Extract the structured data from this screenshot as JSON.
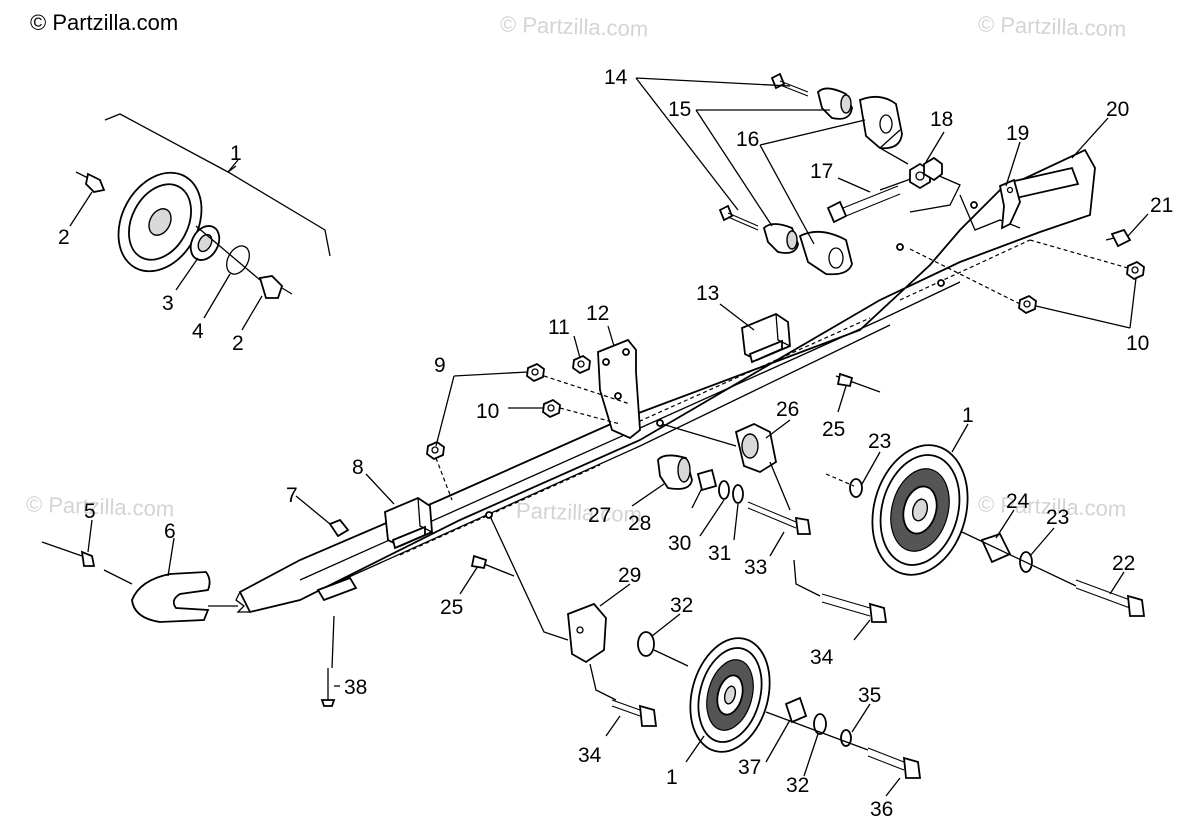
{
  "watermarks": {
    "main": "© Partzilla.com",
    "faint": [
      "© Partzilla.com",
      "© Partzilla.com",
      "© Partzilla.com",
      "Partzilla.com",
      "© Partzilla.com"
    ]
  },
  "callouts": {
    "c1a": "1",
    "c1b": "1",
    "c1c": "1",
    "c2a": "2",
    "c2b": "2",
    "c3": "3",
    "c4": "4",
    "c5": "5",
    "c6": "6",
    "c7": "7",
    "c8": "8",
    "c9": "9",
    "c10a": "10",
    "c10b": "10",
    "c11": "11",
    "c12": "12",
    "c13": "13",
    "c14": "14",
    "c15": "15",
    "c16": "16",
    "c17": "17",
    "c18": "18",
    "c19": "19",
    "c20": "20",
    "c21": "21",
    "c22": "22",
    "c23a": "23",
    "c23b": "23",
    "c24": "24",
    "c25a": "25",
    "c25b": "25",
    "c26": "26",
    "c27": "27",
    "c28": "28",
    "c29": "29",
    "c30": "30",
    "c31": "31",
    "c32a": "32",
    "c32b": "32",
    "c33": "33",
    "c34a": "34",
    "c34b": "34",
    "c35": "35",
    "c36": "36",
    "c37": "37",
    "c38": "38"
  }
}
